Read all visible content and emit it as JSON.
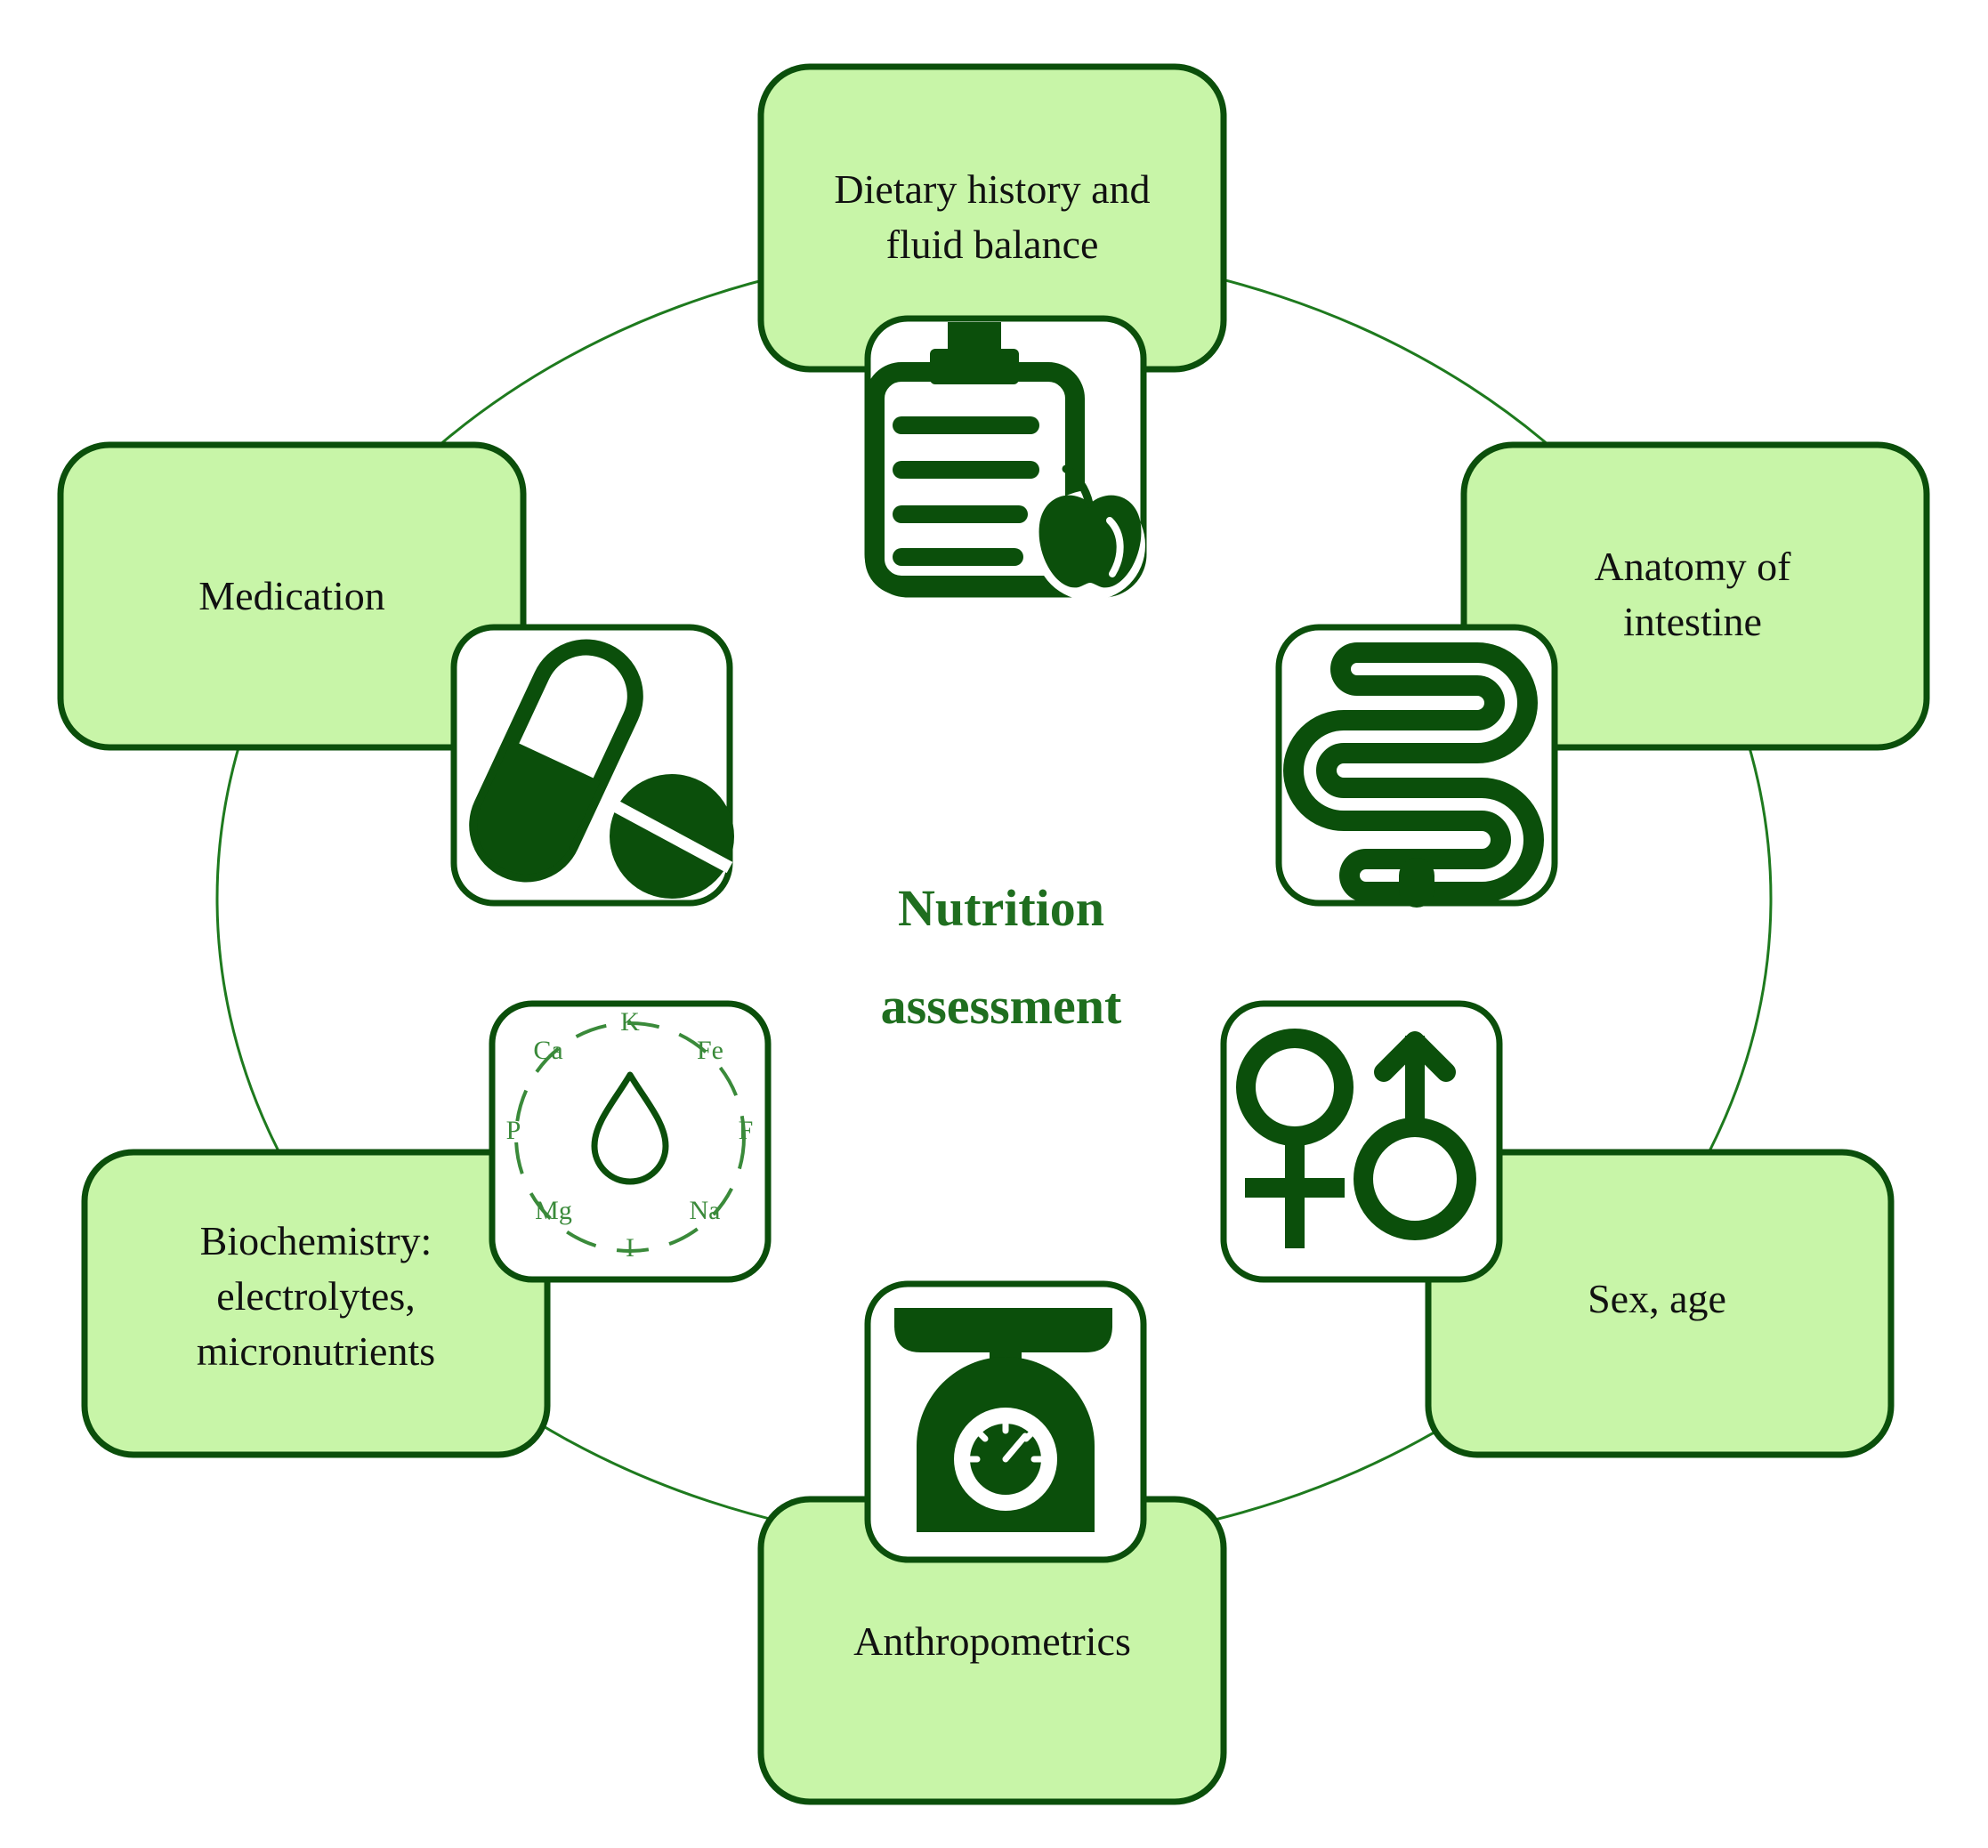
{
  "center": {
    "line1": "Nutrition",
    "line2": "assessment"
  },
  "nodes": {
    "dietary": {
      "label_line1": "Dietary history and",
      "label_line2": "fluid balance",
      "icon": "clipboard-apple-icon"
    },
    "anatomy": {
      "label_line1": "Anatomy of",
      "label_line2": "intestine",
      "icon": "intestine-icon"
    },
    "sex_age": {
      "label": "Sex, age",
      "icon": "gender-symbols-icon"
    },
    "anthropometrics": {
      "label": "Anthropometrics",
      "icon": "weighing-scale-icon"
    },
    "biochemistry": {
      "label_line1": "Biochemistry:",
      "label_line2": "electrolytes,",
      "label_line3": "micronutrients",
      "icon": "electrolytes-drop-icon"
    },
    "medication": {
      "label": "Medication",
      "icon": "pills-icon"
    }
  },
  "electrolytes": [
    "K",
    "Fe",
    "F",
    "Na",
    "I",
    "Mg",
    "P",
    "Ca"
  ],
  "colors": {
    "box_fill": "#c8f5a8",
    "dark_green": "#0b4f0b",
    "ring": "#1e7a1e",
    "text": "#111111",
    "center_text": "#1f6e1f"
  }
}
